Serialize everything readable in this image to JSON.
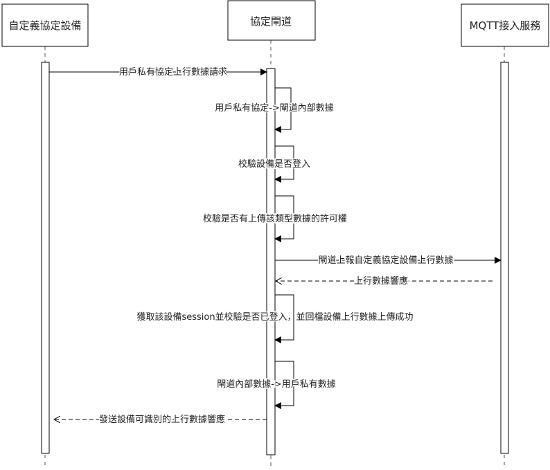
{
  "participants": [
    {
      "id": "device",
      "label": "自定義協定設備"
    },
    {
      "id": "gateway",
      "label": "協定閘道"
    },
    {
      "id": "mqtt",
      "label": "MQTT接入服務"
    }
  ],
  "messages": [
    {
      "from": "device",
      "to": "gateway",
      "label": "用戶私有協定上行數據請求",
      "style": "solid"
    },
    {
      "from": "gateway",
      "to": "gateway",
      "label": "用戶私有協定->閘道內部數據",
      "style": "self"
    },
    {
      "from": "gateway",
      "to": "gateway",
      "label": "校驗設備是否登入",
      "style": "self"
    },
    {
      "from": "gateway",
      "to": "gateway",
      "label": "校驗是否有上傳該類型數據的許可權",
      "style": "self"
    },
    {
      "from": "gateway",
      "to": "mqtt",
      "label": "閘道上報自定義協定設備上行數據",
      "style": "solid"
    },
    {
      "from": "mqtt",
      "to": "gateway",
      "label": "上行數據響應",
      "style": "dashed"
    },
    {
      "from": "gateway",
      "to": "gateway",
      "label": "獲取該設備session並校驗是否已登入，並回檔設備上行數據上傳成功",
      "style": "self"
    },
    {
      "from": "gateway",
      "to": "gateway",
      "label": "閘道內部數據->用戶私有數據",
      "style": "self"
    },
    {
      "from": "gateway",
      "to": "device",
      "label": "發送設備可識別的上行數據響應",
      "style": "dashed"
    }
  ],
  "colors": {
    "line": "#000000",
    "text": "#222222",
    "lifeline": "#555555",
    "background": "#ffffff"
  }
}
